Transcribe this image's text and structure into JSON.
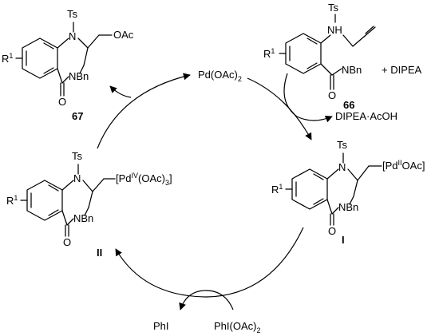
{
  "catalyst": {
    "label": "Pd(OAc)",
    "sub": "2"
  },
  "substrate": {
    "ts": "Ts",
    "nh": "NH",
    "r": "R",
    "r_sup": "1",
    "nbn": "NBn",
    "o": "O",
    "number": "66",
    "reagent": "+ DIPEA"
  },
  "byproduct": {
    "label": "DIPEA·AcOH"
  },
  "product": {
    "ts": "Ts",
    "n1": "N",
    "r": "R",
    "r_sup": "1",
    "nbn": "NBn",
    "o": "O",
    "oac": "OAc",
    "number": "67"
  },
  "intermediate_I": {
    "ts": "Ts",
    "n1": "N",
    "r": "R",
    "r_sup": "1",
    "nbn": "NBn",
    "o": "O",
    "pd_pre": "[Pd",
    "pd_sup": "II",
    "pd_post": "OAc]",
    "number": "I"
  },
  "intermediate_II": {
    "ts": "Ts",
    "n1": "N",
    "r": "R",
    "r_sup": "1",
    "nbn": "NBn",
    "o": "O",
    "pd_pre": "[Pd",
    "pd_sup": "IV",
    "pd_post": "(OAc)",
    "pd_sub": "3",
    "pd_close": "]",
    "number": "II"
  },
  "oxidant": {
    "label": "PhI(OAc)",
    "sub": "2"
  },
  "reduced": {
    "label": "PhI"
  }
}
